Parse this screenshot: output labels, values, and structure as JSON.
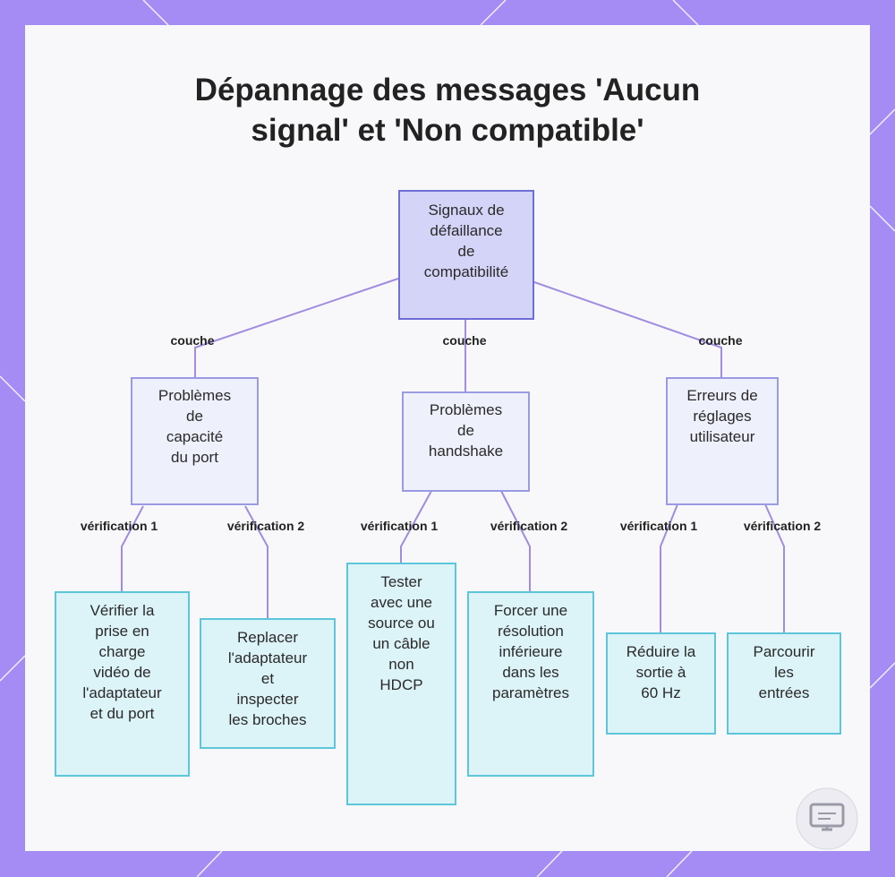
{
  "title": {
    "line1": "Dépannage des messages 'Aucun",
    "line2": "signal' et 'Non compatible'"
  },
  "nodes": {
    "root": "Signaux de\ndéfaillance\nde\ncompatibilité",
    "mid_port": "Problèmes\nde\ncapacité\ndu port",
    "mid_handshake": "Problèmes\nde\nhandshake",
    "mid_user": "Erreurs de\nréglages\nutilisateur",
    "leaf_1": "Vérifier la\nprise en\ncharge\nvidéo de\nl'adaptateur\net du port",
    "leaf_2": "Replacer\nl'adaptateur\net\ninspecter\nles broches",
    "leaf_3": "Tester\navec une\nsource ou\nun câble\nnon\nHDCP",
    "leaf_4": "Forcer une\nrésolution\ninférieure\ndans les\nparamètres",
    "leaf_5": "Réduire la\nsortie à\n60 Hz",
    "leaf_6": "Parcourir\nles\nentrées"
  },
  "edge_labels": {
    "couche_left": "couche",
    "couche_center": "couche",
    "couche_right": "couche",
    "port_v1": "vérification 1",
    "port_v2": "vérification 2",
    "hs_v1": "vérification 1",
    "hs_v2": "vérification 2",
    "user_v1": "vérification 1",
    "user_v2": "vérification 2"
  },
  "icons": {
    "watermark": "monitor-adapter-icon"
  },
  "colors": {
    "frame": "#a48cf4",
    "root_fill": "#d4d4f8",
    "mid_fill": "#eef0fc",
    "leaf_fill": "#dcf3f8",
    "edge": "#a18ce0",
    "leaf_border": "#5cc6da"
  }
}
